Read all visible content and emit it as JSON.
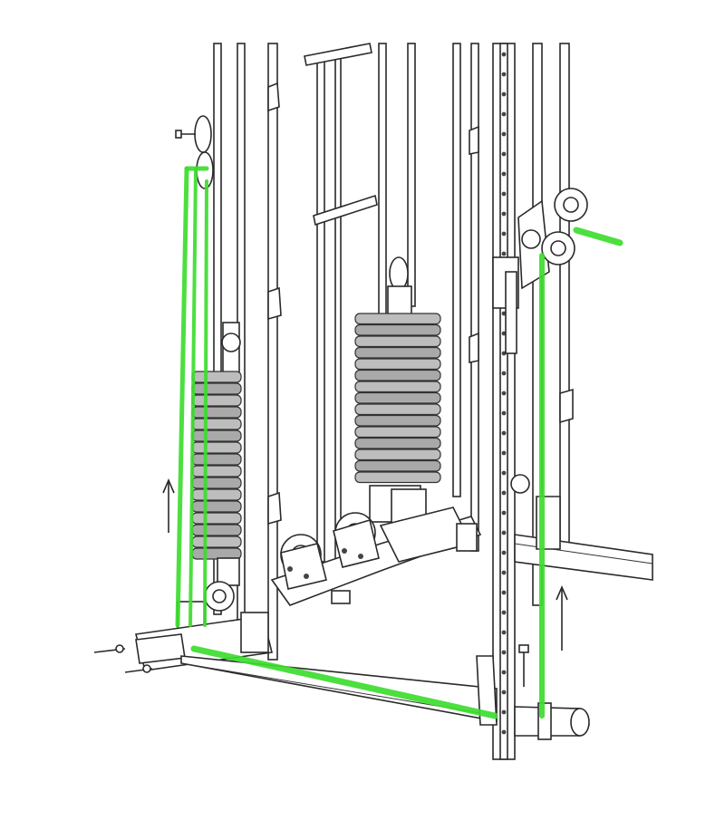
{
  "diagram": {
    "subject": "cable-crossover-frame",
    "highlight_color": "#3ddc2f",
    "line_color": "#2a2a2a",
    "weight_color": "#a9a9a9",
    "arrows": [
      {
        "name": "left-upward-arrow",
        "direction": "up"
      },
      {
        "name": "right-upward-arrow",
        "direction": "up"
      }
    ]
  }
}
